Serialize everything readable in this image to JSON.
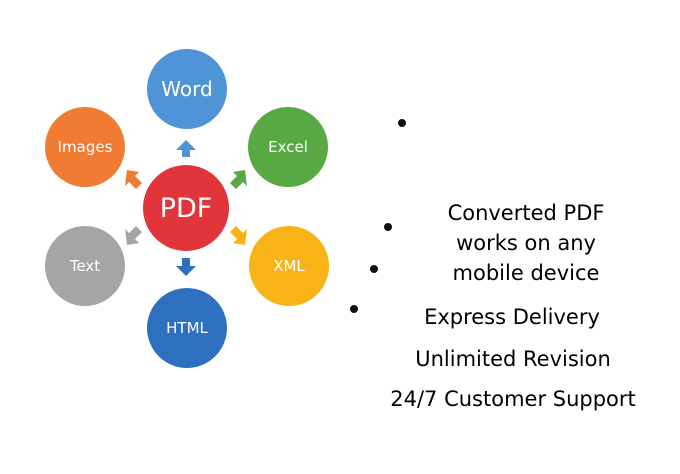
{
  "diagram": {
    "center": {
      "label": "PDF",
      "color": "#e1343b"
    },
    "nodes": [
      {
        "id": "word",
        "label": "Word",
        "color": "#4f94d6"
      },
      {
        "id": "excel",
        "label": "Excel",
        "color": "#58a943"
      },
      {
        "id": "xml",
        "label": "XML",
        "color": "#f8b317"
      },
      {
        "id": "html",
        "label": "HTML",
        "color": "#2e6fc0"
      },
      {
        "id": "text",
        "label": "Text",
        "color": "#a5a5a5"
      },
      {
        "id": "images",
        "label": "Images",
        "color": "#ef7c32"
      }
    ]
  },
  "features": [
    {
      "text": "Converted PDF\nworks on any\nmobile device"
    },
    {
      "text": "Express Delivery"
    },
    {
      "text": "Unlimited Revision"
    },
    {
      "text": "24/7 Customer Support"
    }
  ]
}
